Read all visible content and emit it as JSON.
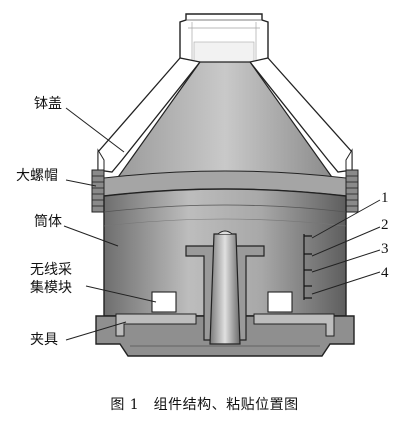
{
  "labels": {
    "bowl_lid": "钵盖",
    "large_nut": "大螺帽",
    "cylinder": "筒体",
    "wireless_module_line1": "无线采",
    "wireless_module_line2": "集模块",
    "clamp": "夹具"
  },
  "markers": [
    "1",
    "2",
    "3",
    "4"
  ],
  "caption": "图 1　组件结构、粘贴位置图",
  "colors": {
    "outline": "#222222",
    "body_fill": "#9c9c9c",
    "cone_fill": "#b9b9b9",
    "cap_fill": "#ffffff"
  }
}
